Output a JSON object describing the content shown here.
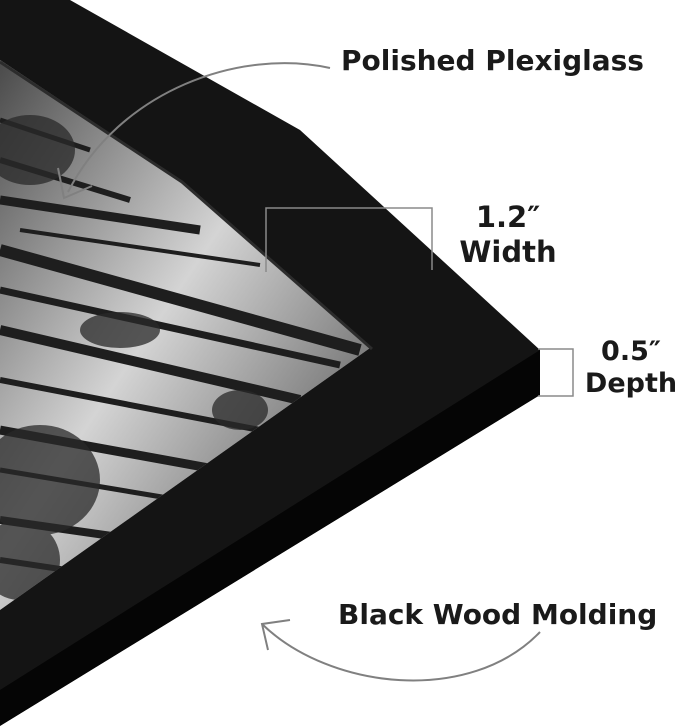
{
  "labels": {
    "plexiglass": "Polished Plexiglass",
    "width_value": "1.2″",
    "width_word": "Width",
    "depth_value": "0.5″",
    "depth_word": "Depth",
    "molding": "Black Wood Molding"
  },
  "colors": {
    "frame": "#141414",
    "frame_side": "#050505",
    "photo_sky": "#cfcfcf",
    "text": "#1a1a1a",
    "arrow": "#808080",
    "bracket": "#8a8a8a"
  }
}
